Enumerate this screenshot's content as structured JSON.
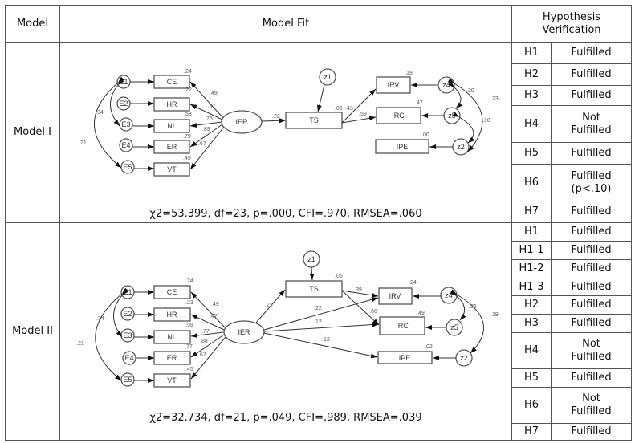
{
  "header": {
    "model": "Model",
    "fit": "Model Fit",
    "hyp": "Hypothesis Verification"
  },
  "model1": {
    "label": "Model I",
    "fit": "χ2=53.399,  df=23,  p=.000,  CFI=.970,  RMSEA=.060",
    "hyps": [
      [
        "H1",
        "Fulfilled"
      ],
      [
        "H2",
        "Fulfilled"
      ],
      [
        "H3",
        "Fulfilled"
      ],
      [
        "H4",
        "Not Fulfilled"
      ],
      [
        "H5",
        "Fulfilled"
      ],
      [
        "H6",
        "Fulfilled (p<.10)"
      ],
      [
        "H7",
        "Fulfilled"
      ]
    ],
    "diagram": {
      "errors": [
        "E1",
        "E2",
        "E3",
        "E4",
        "E5"
      ],
      "indicators": [
        "CE",
        "HR",
        "NL",
        "ER",
        "VT"
      ],
      "r2": [
        ".24",
        ".22",
        ".58",
        ".79",
        ".45"
      ],
      "loadings": [
        ".49",
        ".47",
        ".76",
        ".89",
        ".67"
      ],
      "cov_e1_e3": ".34",
      "cov_e1_e5": ".21",
      "latent": "IER",
      "ts": "TS",
      "z1": "z1",
      "ier_ts": ".22",
      "ts_r2": ".05",
      "ts_irv": ".43",
      "ts_irc": ".59",
      "outcomes": [
        "IRV",
        "IRC",
        "IPE"
      ],
      "out_r2": [
        ".19",
        ".47",
        ".00"
      ],
      "dist": [
        "z4",
        "z5",
        "z2"
      ],
      "cov_z4_z5": ".30",
      "cov_z4_z2": ".23",
      "cov_z5_z2": ".10"
    }
  },
  "model2": {
    "label": "Model II",
    "fit": "χ2=32.734,  df=21,  p=.049,  CFI=.989,  RMSEA=.039",
    "hyps": [
      [
        "H1",
        "Fulfilled"
      ],
      [
        "H1-1",
        "Fulfilled"
      ],
      [
        "H1-2",
        "Fulfilled"
      ],
      [
        "H1-3",
        "Fulfilled"
      ],
      [
        "H2",
        "Fulfilled"
      ],
      [
        "H3",
        "Fulfilled"
      ],
      [
        "H4",
        "Not Fulfilled"
      ],
      [
        "H5",
        "Fulfilled"
      ],
      [
        "H6",
        "Not Fulfilled"
      ],
      [
        "H7",
        "Fulfilled"
      ]
    ],
    "diagram": {
      "errors": [
        "E1",
        "E2",
        "E3",
        "E4",
        "E5"
      ],
      "indicators": [
        "CE",
        "HR",
        "NL",
        "ER",
        "VT"
      ],
      "r2": [
        ".24",
        ".23",
        ".59",
        ".77",
        ".45"
      ],
      "loadings": [
        ".49",
        ".47",
        ".77",
        ".88",
        ".67"
      ],
      "cov_e1_e3": ".34",
      "cov_e1_e5": ".21",
      "latent": "IER",
      "ts": "TS",
      "z1": "z1",
      "ier_ts": ".22",
      "ts_r2": ".05",
      "ts_irv": ".39",
      "ts_irc": ".66",
      "ier_irv": ".22",
      "ier_irc": ".12",
      "ier_ipe": ".13",
      "outcomes": [
        "IRV",
        "IRC",
        "IPE"
      ],
      "out_r2": [
        ".24",
        ".49",
        ".02"
      ],
      "dist": [
        "z4",
        "z5",
        "z2"
      ],
      "cov_z4_z5": ".26",
      "cov_z4_z2": ".19"
    }
  }
}
